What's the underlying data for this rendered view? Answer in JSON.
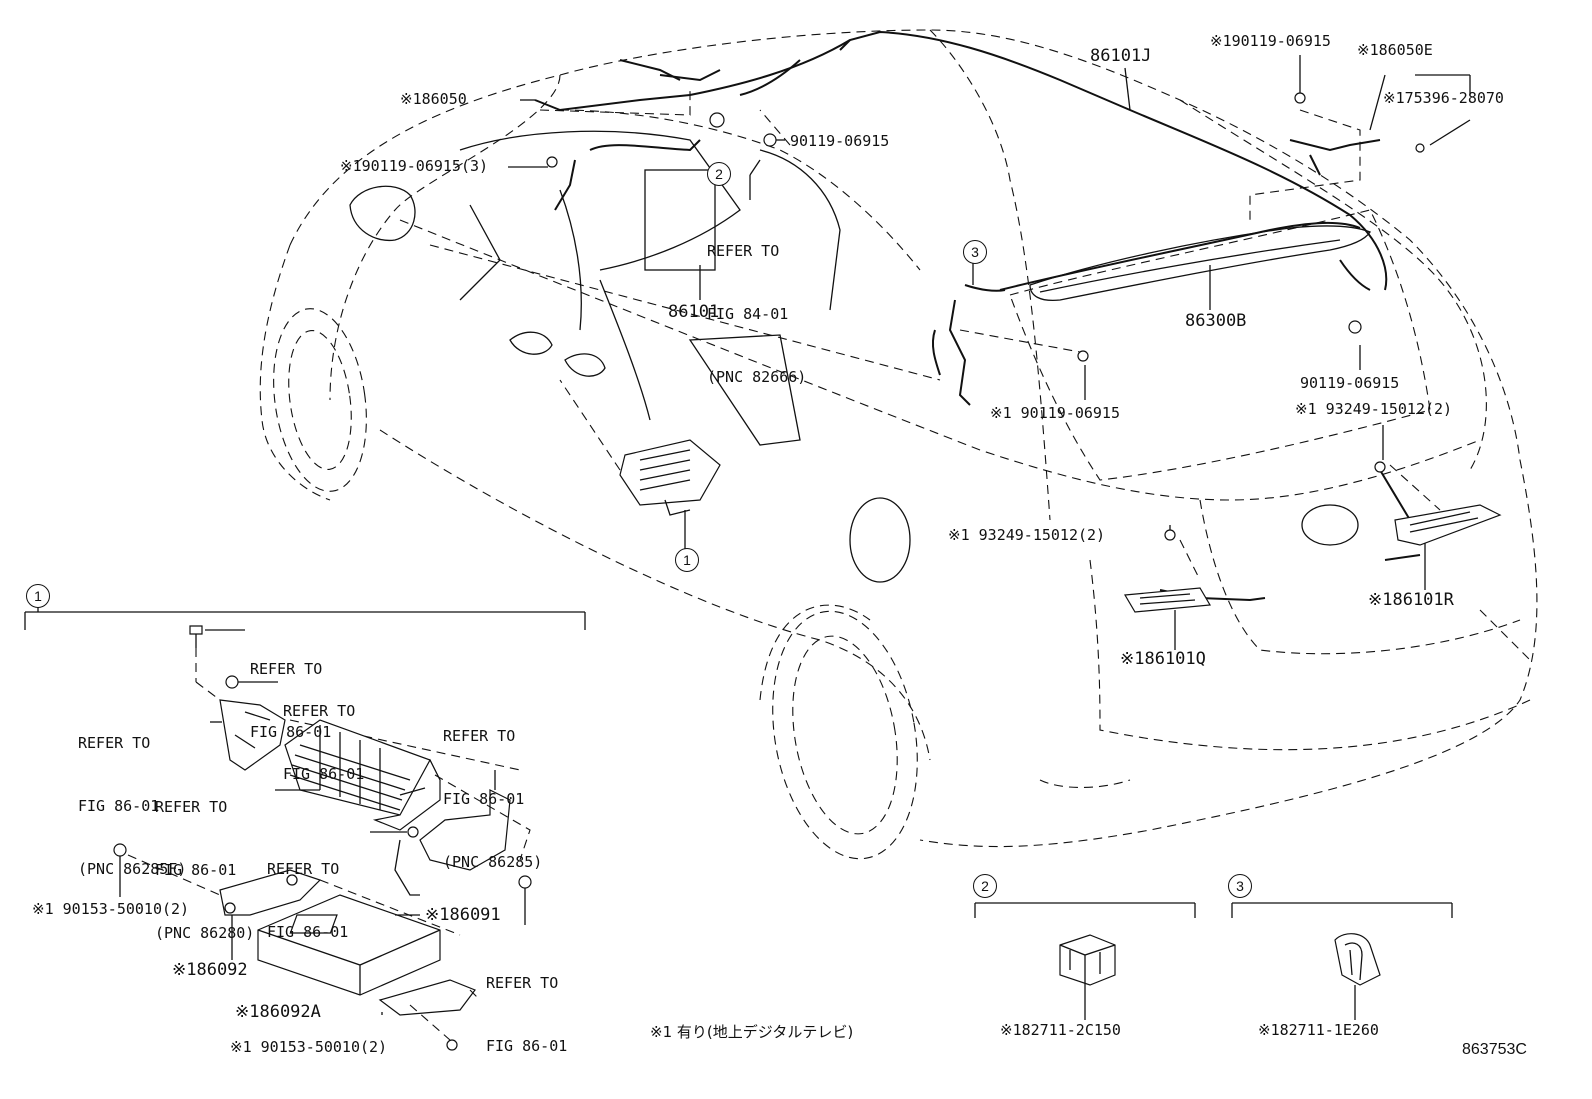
{
  "diagram": {
    "figure_code": "863753C",
    "footnote": "※1 有り(地上デジタルテレビ)",
    "callouts": [
      "1",
      "2",
      "3"
    ],
    "parts": {
      "p_86101J": "86101J",
      "p_86050E": "※186050E",
      "p_190119_top_right": "※190119-06915",
      "p_175396": "※175396-28070",
      "p_186050": "※186050",
      "p_190119_3": "※190119-06915(3)",
      "p_90119_center": "90119-06915",
      "p_86101": "86101",
      "p_86300B": "86300B",
      "p_1_90119_mid": "※1 90119-06915",
      "p_90119_right": "90119-06915",
      "p_193249_right": "※1 93249-15012(2)",
      "p_193249_left": "※1 93249-15012(2)",
      "p_186101R": "※186101R",
      "p_186101Q": "※186101Q",
      "p_190153_top": "※1 90153-50010(2)",
      "p_186091": "※186091",
      "p_186092": "※186092",
      "p_186092A": "※186092A",
      "p_190153_bottom": "※1 90153-50010(2)",
      "p_182711_2C150": "※182711-2C150",
      "p_182711_1E260": "※182711-1E260"
    },
    "refers": {
      "r_fig84": [
        "REFER TO",
        "FIG 84-01",
        "(PNC 82666)"
      ],
      "r_a": [
        "REFER TO",
        "FIG 86-01"
      ],
      "r_b": [
        "REFER TO",
        "FIG 86-01"
      ],
      "r_c": [
        "REFER TO",
        "FIG 86-01",
        "(PNC 86285F)"
      ],
      "r_d": [
        "REFER TO",
        "FIG 86-01",
        "(PNC 86285)"
      ],
      "r_e": [
        "REFER TO",
        "FIG 86-01",
        "(PNC 86280)"
      ],
      "r_f": [
        "REFER TO",
        "FIG 86-01"
      ],
      "r_g": [
        "REFER TO",
        "FIG 86-01"
      ]
    }
  }
}
